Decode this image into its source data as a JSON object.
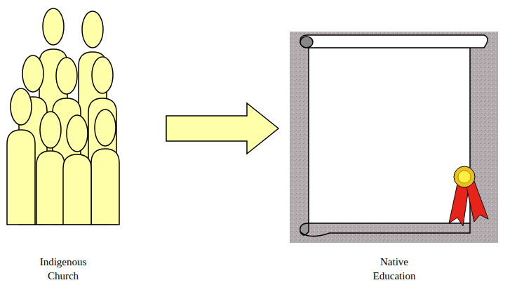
{
  "diagram": {
    "nodes": [
      {
        "text": [
          "Indigenous Church"
        ]
      },
      {
        "text": [
          "Native Education"
        ]
      }
    ],
    "edges": [
      {
        "from": 0,
        "to": 1,
        "arrow": "to"
      }
    ]
  }
}
